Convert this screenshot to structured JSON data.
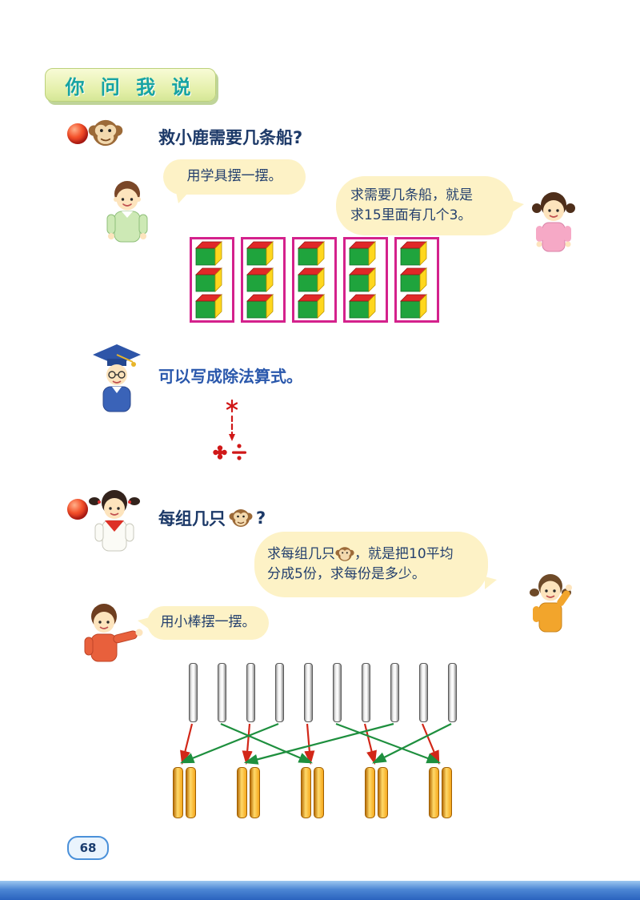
{
  "title_banner": {
    "text": "你 问 我 说"
  },
  "page": {
    "number": "68"
  },
  "colors": {
    "title_text": "#17a3a3",
    "bubble_bg": "#fdf2c6",
    "group_border": "#d4218c",
    "cube_front": "#1fa43d",
    "cube_side": "#ffd71e",
    "cube_top": "#e02828",
    "arrow_red": "#d22718",
    "arrow_green": "#1e8f3e",
    "bundle_orange": "#f5a71c",
    "page_edge_blue": "#2a63be"
  },
  "section1": {
    "heading": "救小鹿需要几条船?",
    "bubble_boy": "用学具摆一摆。",
    "bubble_girl_line1": "求需要几条船，就是",
    "bubble_girl_line2": "求15里面有几个3。",
    "wizard_line": "可以写成除法算式。",
    "diagram": {
      "groups": 5,
      "cubes_per_group": 3
    }
  },
  "section2": {
    "heading_prefix": "每组几只",
    "heading_suffix": "?",
    "bubble_girl_line1_prefix": "求每组几只",
    "bubble_girl_line1_suffix": "，就是把10平均",
    "bubble_girl_line2": "分成5份，求每份是多少。",
    "bubble_boy": "用小棒摆一摆。",
    "diagram": {
      "sticks": 10,
      "bundles": 5,
      "sticks_per_bundle": 2,
      "arrows": [
        {
          "from": 0,
          "to": 0,
          "color": "red"
        },
        {
          "from": 2,
          "to": 1,
          "color": "red"
        },
        {
          "from": 4,
          "to": 2,
          "color": "red"
        },
        {
          "from": 6,
          "to": 3,
          "color": "red"
        },
        {
          "from": 8,
          "to": 4,
          "color": "red"
        },
        {
          "from": 1,
          "to": 2,
          "color": "green"
        },
        {
          "from": 3,
          "to": 0,
          "color": "green"
        },
        {
          "from": 5,
          "to": 4,
          "color": "green"
        },
        {
          "from": 7,
          "to": 1,
          "color": "green"
        },
        {
          "from": 9,
          "to": 3,
          "color": "green"
        }
      ]
    }
  }
}
